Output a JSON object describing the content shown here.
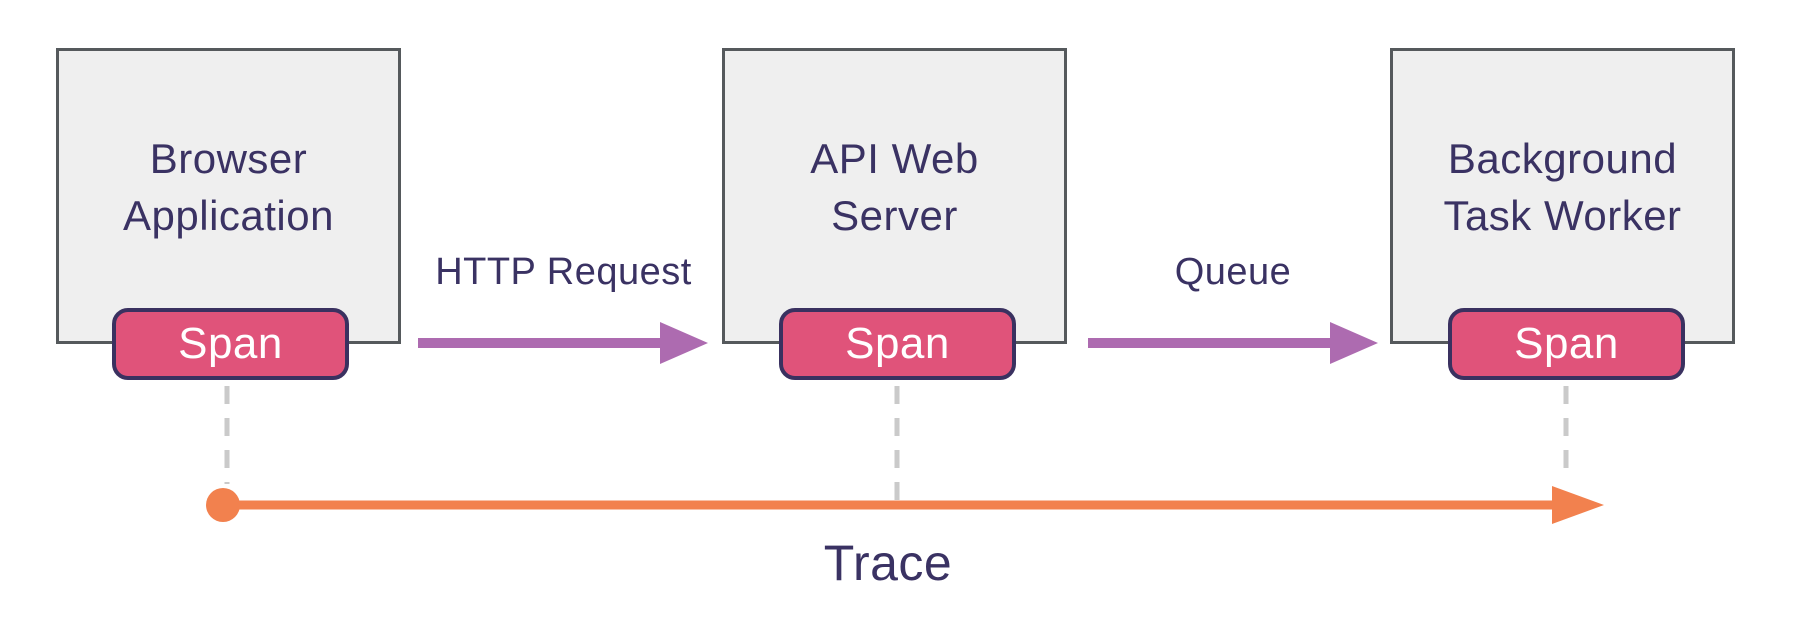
{
  "diagram": {
    "nodes": [
      {
        "id": "browser-application",
        "label": "Browser\nApplication",
        "span_label": "Span"
      },
      {
        "id": "api-web-server",
        "label": "API Web\nServer",
        "span_label": "Span"
      },
      {
        "id": "background-task-worker",
        "label": "Background\nTask Worker",
        "span_label": "Span"
      }
    ],
    "edges": [
      {
        "label": "HTTP Request",
        "from": "browser-application",
        "to": "api-web-server"
      },
      {
        "label": "Queue",
        "from": "api-web-server",
        "to": "background-task-worker"
      }
    ],
    "trace": {
      "label": "Trace"
    },
    "colors": {
      "text": "#3a3263",
      "box-fill": "#efefef",
      "box-border": "#55595c",
      "span-fill": "#e0537a",
      "span-border": "#3a3160",
      "edge": "#ad6bb0",
      "trace": "#f2814e",
      "dash": "#cacaca"
    }
  }
}
